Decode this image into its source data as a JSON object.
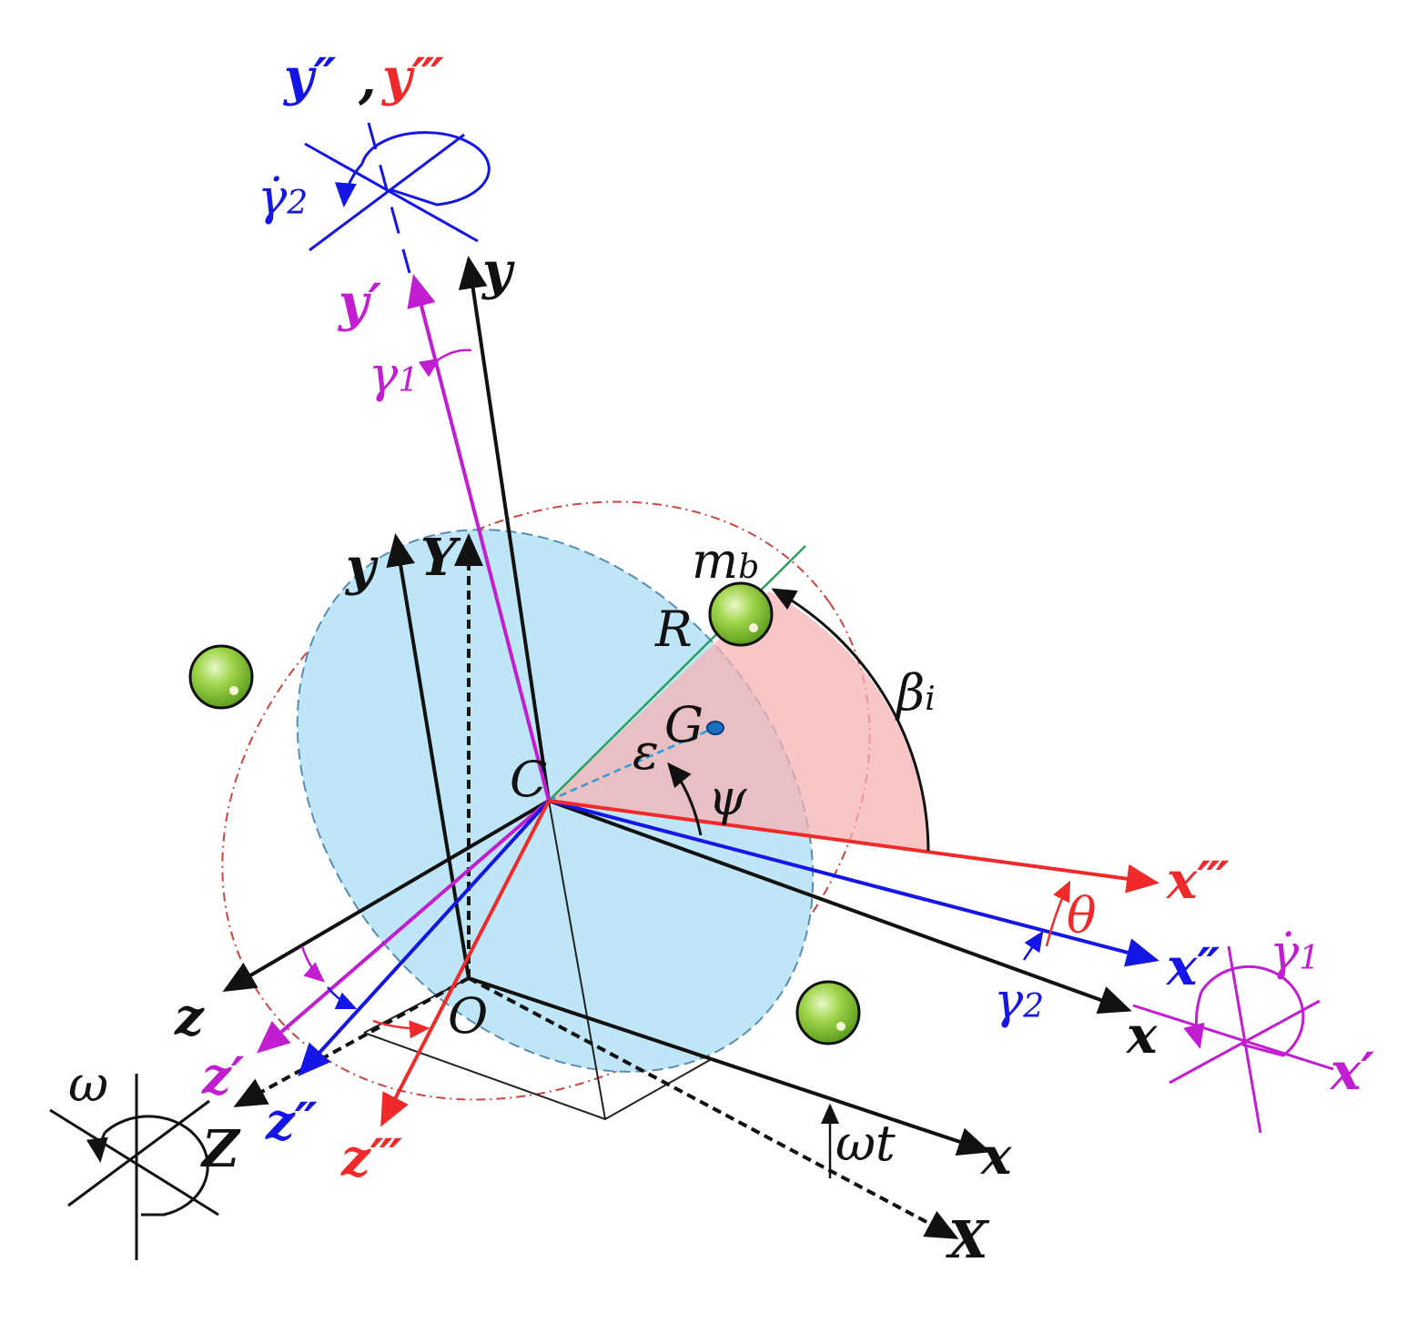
{
  "colors": {
    "black": "#111111",
    "blue": "#1515e6",
    "red": "#f02a2a",
    "magenta": "#c01ed0",
    "green_line": "#2e9e5e",
    "disc_fill": "#bfe6f7",
    "sector_fill": "#f6b3b3",
    "ball_fill": "#8fcf3a"
  },
  "labels": {
    "y_dblprime": "y″",
    "comma": ",",
    "y_triprime": "y‴",
    "gamma2_dot_top": "γ̇",
    "gamma2_dot_top_sub": "2",
    "y_top": "y",
    "y_prime": "y′",
    "gamma1": "γ",
    "gamma1_sub": "1",
    "y_mid": "y",
    "Y_big": "Y",
    "m_b": "m",
    "m_b_sub": "b",
    "R": "R",
    "beta": "β",
    "beta_sub": "i",
    "G": "G",
    "epsilon": "ε",
    "C": "C",
    "psi": "ψ",
    "x_triprime": "x‴",
    "theta": "θ",
    "x_dblprime": "x″",
    "gamma1_dot_right": "γ̇",
    "gamma1_dot_right_sub": "1",
    "gamma2": "γ",
    "gamma2_sub": "2",
    "x_right": "x",
    "x_prime": "x′",
    "z": "z",
    "O": "O",
    "z_prime": "z′",
    "omega": "ω",
    "z_dblprime": "z″",
    "Z": "Z",
    "z_triprime": "z‴",
    "omega_t": "ωt",
    "x_bottom": "x",
    "X_big": "X"
  }
}
